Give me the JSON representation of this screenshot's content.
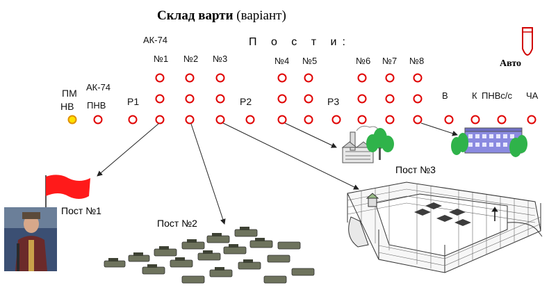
{
  "title_bold": "Склад варти",
  "title_rest": " (варіант)",
  "posts_heading": "П о с т и:",
  "auto_label": "Авто",
  "labels": {
    "pm": "ПМ",
    "nv": "НВ",
    "ak74_left": "АК-74",
    "pnv": "ПНВ",
    "r1": "Р1",
    "ak74_top": "АК-74",
    "n1": "№1",
    "n2": "№2",
    "n3": "№3",
    "r2": "Р2",
    "n4": "№4",
    "n5": "№5",
    "r3": "Р3",
    "n6": "№6",
    "n7": "№7",
    "n8": "№8",
    "v": "В",
    "k": "К",
    "pnvcs": "ПНВс/с",
    "cha": "ЧА"
  },
  "captions": {
    "post1": "Пост №1",
    "post2": "Пост №2",
    "post3": "Пост №3"
  },
  "colors": {
    "circle_stroke": "#e00000",
    "highlight_fill": "#ffe000",
    "flag": "#ff1a1a",
    "trees": "#2fb34a",
    "building": "#8a8ae0"
  },
  "icons": [
    "flag-icon",
    "cartridge-icon",
    "factory-icon",
    "tree-icon",
    "building-icon",
    "vehicles-icon",
    "compound-icon",
    "soldier-image"
  ]
}
